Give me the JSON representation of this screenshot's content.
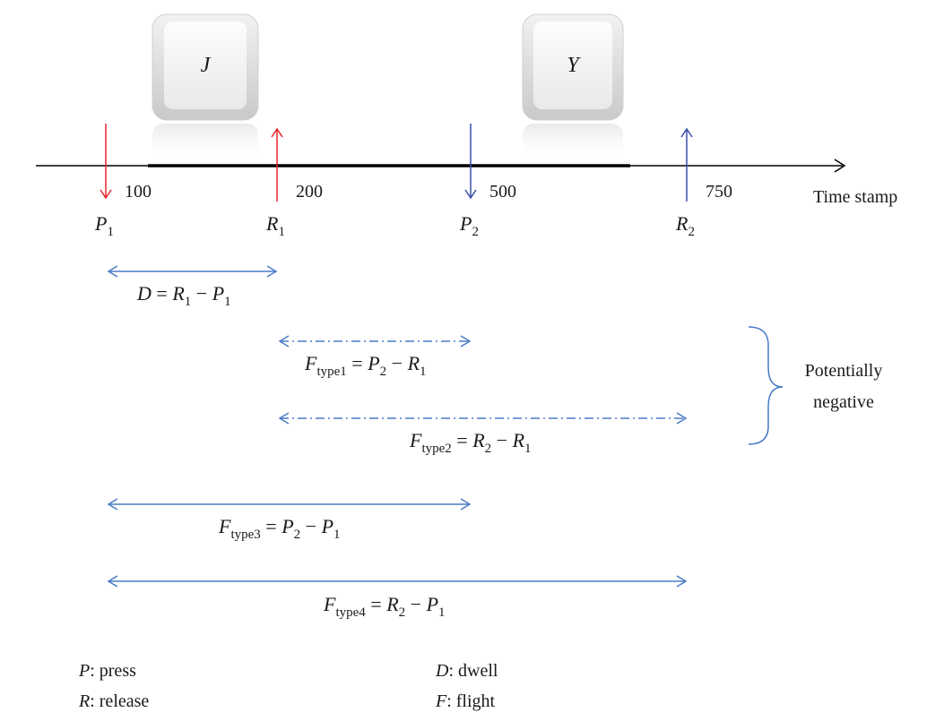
{
  "keys": {
    "first": {
      "letter": "J",
      "color": "#e8242c"
    },
    "second": {
      "letter": "Y",
      "color": "#2c3f9e"
    }
  },
  "colors": {
    "press_release_first": "#e8242c",
    "press_release_second": "#3a4fa8",
    "interval_arrow": "#4a7cc7",
    "timeline": "#000000"
  },
  "timeline": {
    "label": "Time stamp",
    "events": [
      {
        "id": "p1",
        "symbol": "P",
        "sub": "1",
        "time": "100",
        "direction": "down",
        "key": "first"
      },
      {
        "id": "r1",
        "symbol": "R",
        "sub": "1",
        "time": "200",
        "direction": "up",
        "key": "first"
      },
      {
        "id": "p2",
        "symbol": "P",
        "sub": "2",
        "time": "500",
        "direction": "down",
        "key": "second"
      },
      {
        "id": "r2",
        "symbol": "R",
        "sub": "2",
        "time": "750",
        "direction": "up",
        "key": "second"
      }
    ]
  },
  "intervals": [
    {
      "id": "dwell",
      "from": "p1",
      "to": "r1",
      "style": "solid",
      "label": {
        "lhs": "D",
        "lhs_sub": "",
        "op": " = ",
        "a": "R",
        "a_sub": "1",
        "minus": " − ",
        "b": "P",
        "b_sub": "1"
      }
    },
    {
      "id": "type1",
      "from": "r1",
      "to": "p2",
      "style": "dashdot",
      "label": {
        "lhs": "F",
        "lhs_sub": "type1",
        "op": " = ",
        "a": "P",
        "a_sub": "2",
        "minus": " − ",
        "b": "R",
        "b_sub": "1"
      }
    },
    {
      "id": "type2",
      "from": "r1",
      "to": "r2",
      "style": "dashdot",
      "label": {
        "lhs": "F",
        "lhs_sub": "type2",
        "op": "  = ",
        "a": "R",
        "a_sub": "2",
        "minus": " − ",
        "b": "R",
        "b_sub": "1"
      }
    },
    {
      "id": "type3",
      "from": "p1",
      "to": "p2",
      "style": "solid",
      "label": {
        "lhs": "F",
        "lhs_sub": "type3",
        "op": "  = ",
        "a": "P",
        "a_sub": "2",
        "minus": " − ",
        "b": "P",
        "b_sub": "1"
      }
    },
    {
      "id": "type4",
      "from": "p1",
      "to": "r2",
      "style": "solid",
      "label": {
        "lhs": "F",
        "lhs_sub": "type4",
        "op": "  = ",
        "a": "R",
        "a_sub": "2",
        "minus": " − ",
        "b": "P",
        "b_sub": "1"
      }
    }
  ],
  "brace_note": {
    "line1": "Potentially",
    "line2": "negative"
  },
  "legend": [
    {
      "sym": "P",
      "text": ": press"
    },
    {
      "sym": "R",
      "text": ": release"
    },
    {
      "sym": "D",
      "text": ": dwell"
    },
    {
      "sym": "F",
      "text": ": flight"
    }
  ]
}
